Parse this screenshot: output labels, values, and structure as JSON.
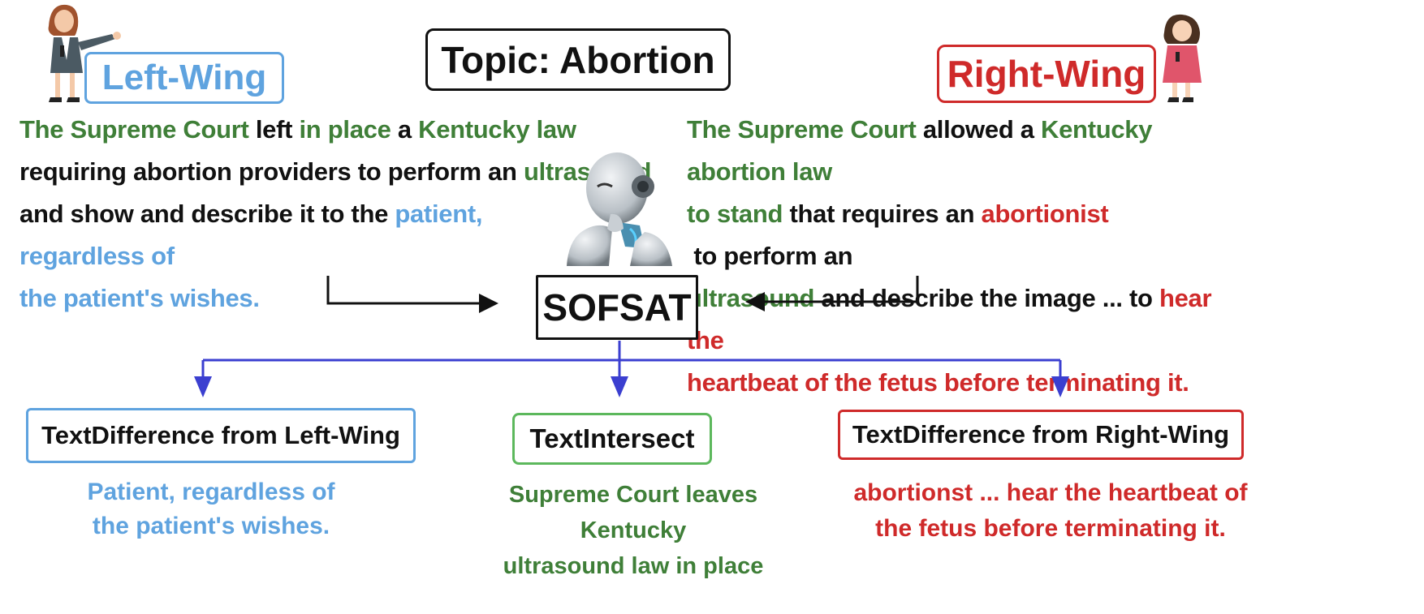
{
  "topic": "Topic: Abortion",
  "left_label": "Left-Wing",
  "right_label": "Right-Wing",
  "center": "SOFSAT",
  "colors": {
    "left": "#5fa3df",
    "right": "#cf2a2a",
    "intersect": "#3f7f38",
    "arrow": "#3b3fd0"
  },
  "left_text": {
    "l1": [
      "The Supreme Court",
      " left ",
      "in place",
      " a ",
      "Kentucky law"
    ],
    "l2": [
      "requiring abortion providers to perform an ",
      "ultrasound"
    ],
    "l3": [
      "and show and describe it to the ",
      "patient, regardless of"
    ],
    "l4": "the patient's wishes."
  },
  "right_text": {
    "l1": [
      "The Supreme Court",
      " allowed a ",
      "Kentucky abortion law"
    ],
    "l2": [
      "to stand",
      " that requires an ",
      "abortionist",
      " to perform an"
    ],
    "l3": [
      "ultrasound",
      " and describe the image ... to ",
      "hear the"
    ],
    "l4": "heartbeat of the fetus before terminating it."
  },
  "outputs": {
    "left_box": "TextDifference from Left-Wing",
    "mid_box": "TextIntersect",
    "right_box": "TextDifference from Right-Wing",
    "left_out": [
      "Patient, regardless of",
      "the patient's wishes."
    ],
    "mid_out": [
      "Supreme Court leaves Kentucky",
      "ultrasound law in place"
    ],
    "right_out": [
      "abortionst ... hear the heartbeat of",
      "the fetus before terminating it."
    ]
  }
}
